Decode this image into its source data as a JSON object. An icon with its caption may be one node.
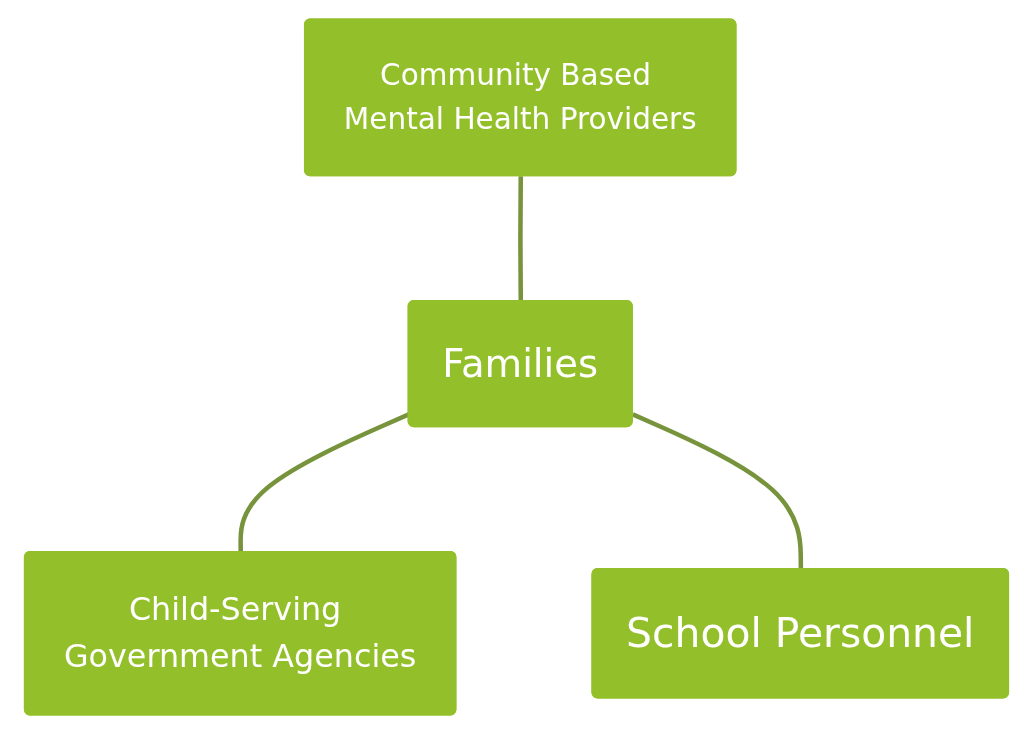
{
  "diagram": {
    "nodes": [
      {
        "text": [
          "Community Based Mental Health Providers"
        ]
      },
      {
        "text": [
          "Families"
        ]
      },
      {
        "text": [
          "Child-Serving Government Agencies"
        ]
      },
      {
        "text": [
          "School Personnel"
        ]
      }
    ],
    "edges": [
      {
        "from": 0,
        "to": 1,
        "arrow": "none"
      },
      {
        "from": 1,
        "to": 2,
        "arrow": "none"
      },
      {
        "from": 1,
        "to": 3,
        "arrow": "none"
      }
    ]
  }
}
